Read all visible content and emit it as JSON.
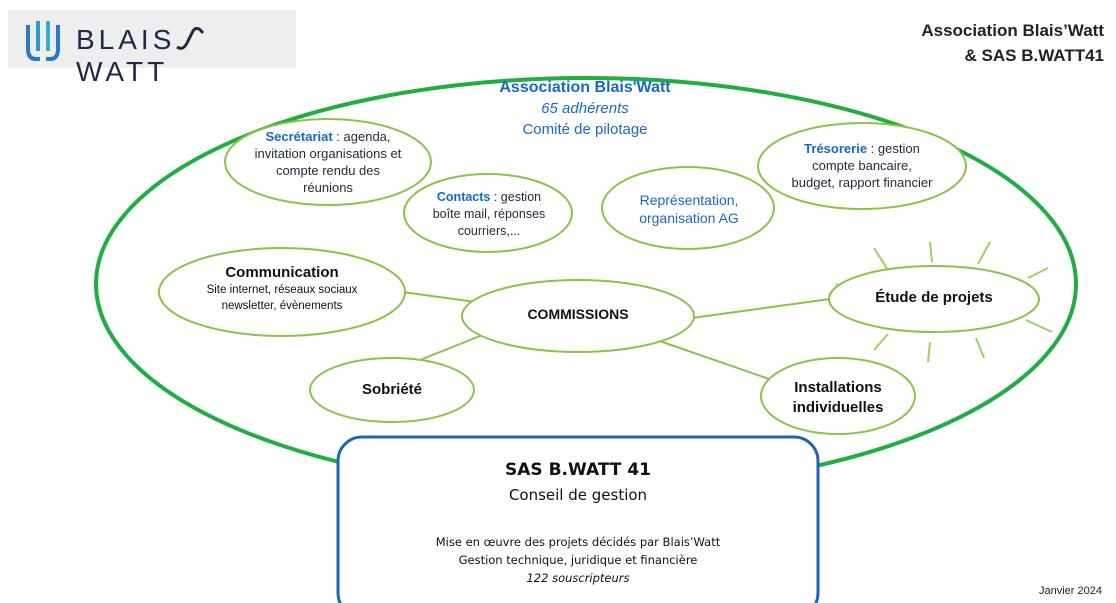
{
  "logo": {
    "text": "BLAIS WATT",
    "icon": "blaiswatt-logo-mark"
  },
  "header": {
    "line1": "Association Blais’Watt",
    "line2": "& SAS B.WATT41"
  },
  "association": {
    "title": "Association Blais'Watt",
    "members": "65 adhérents",
    "committee": "Comité de pilotage"
  },
  "roles": {
    "secretariat": {
      "label": "Secrétariat",
      "desc_line1": " : agenda,",
      "desc_line2": "invitation organisations et",
      "desc_line3": "compte rendu des",
      "desc_line4": "réunions"
    },
    "contacts": {
      "label": "Contacts",
      "desc_line1": " :  gestion",
      "desc_line2": "boîte mail, réponses",
      "desc_line3": "courriers,..."
    },
    "representation": {
      "line1": "Représentation,",
      "line2": "organisation AG"
    },
    "tresorerie": {
      "label": "Trésorerie",
      "desc_line1": " : gestion",
      "desc_line2": "compte bancaire,",
      "desc_line3": "budget, rapport financier"
    }
  },
  "commissions": {
    "center": "COMMISSIONS",
    "communication": {
      "title": "Communication",
      "line1": "Site internet, réseaux sociaux",
      "line2": "newsletter, évènements"
    },
    "sobriete": "Sobriété",
    "etude": "Étude de projets",
    "installations_line1": "Installations",
    "installations_line2": "individuelles"
  },
  "sas": {
    "title": "SAS B.WATT 41",
    "subtitle": "Conseil de gestion",
    "line1": "Mise en œuvre des projets décidés par Blais’Watt",
    "line2": "Gestion technique, juridique et financière",
    "line3": "122 souscripteurs"
  },
  "date": "Janvier 2024",
  "colors": {
    "green": "#7dbb3c",
    "big_ellipse": "#1fae3f",
    "blue": "#1b66c9",
    "sas_border": "#1f63b8"
  }
}
